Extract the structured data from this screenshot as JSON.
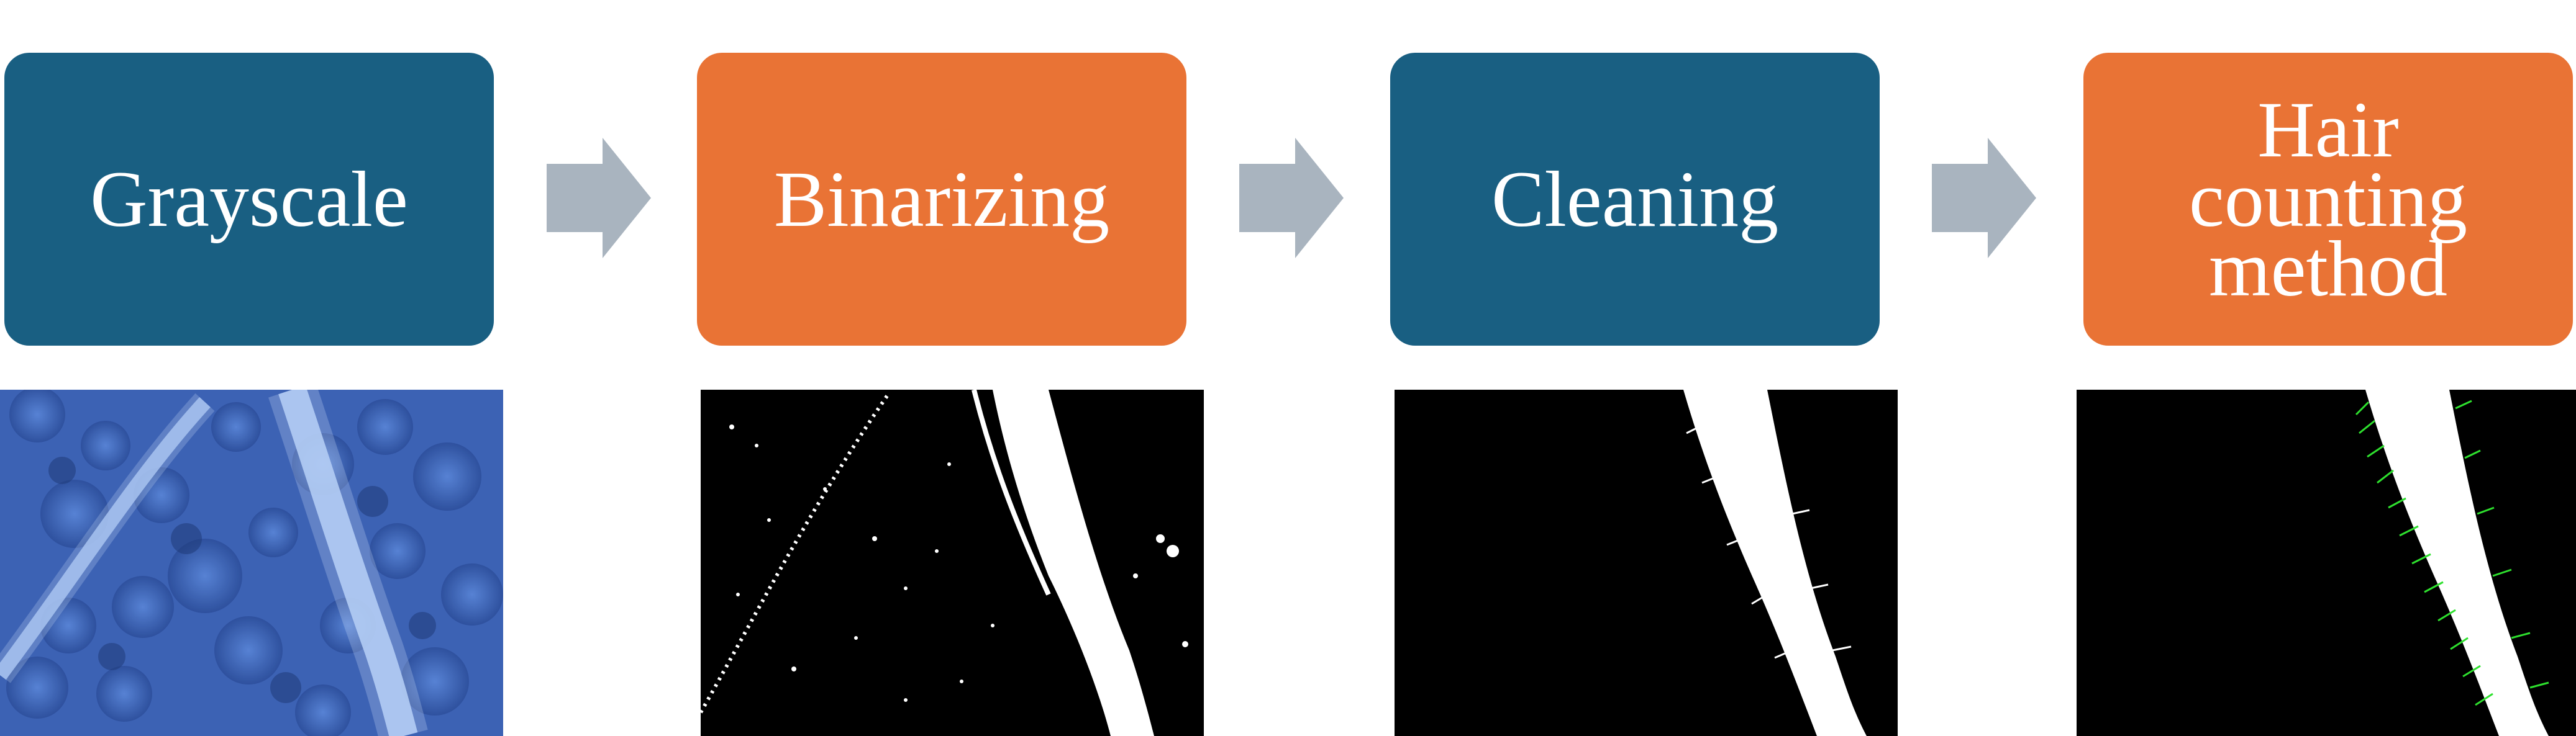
{
  "colors": {
    "teal_box": "#195F82",
    "orange_box": "#E97335",
    "arrow": "#A9B4BF",
    "text": "#FFFFFF"
  },
  "steps": [
    {
      "label": "Grayscale",
      "color": "#195F82"
    },
    {
      "label": "Binarizing",
      "color": "#E97335"
    },
    {
      "label": "Cleaning",
      "color": "#195F82"
    },
    {
      "label": "Hair\ncounting\nmethod",
      "color": "#E97335"
    }
  ],
  "images": [
    {
      "icon": "grayscale-root-image"
    },
    {
      "icon": "binarized-root-image"
    },
    {
      "icon": "cleaned-root-image"
    },
    {
      "icon": "hair-count-overlay-image"
    }
  ]
}
